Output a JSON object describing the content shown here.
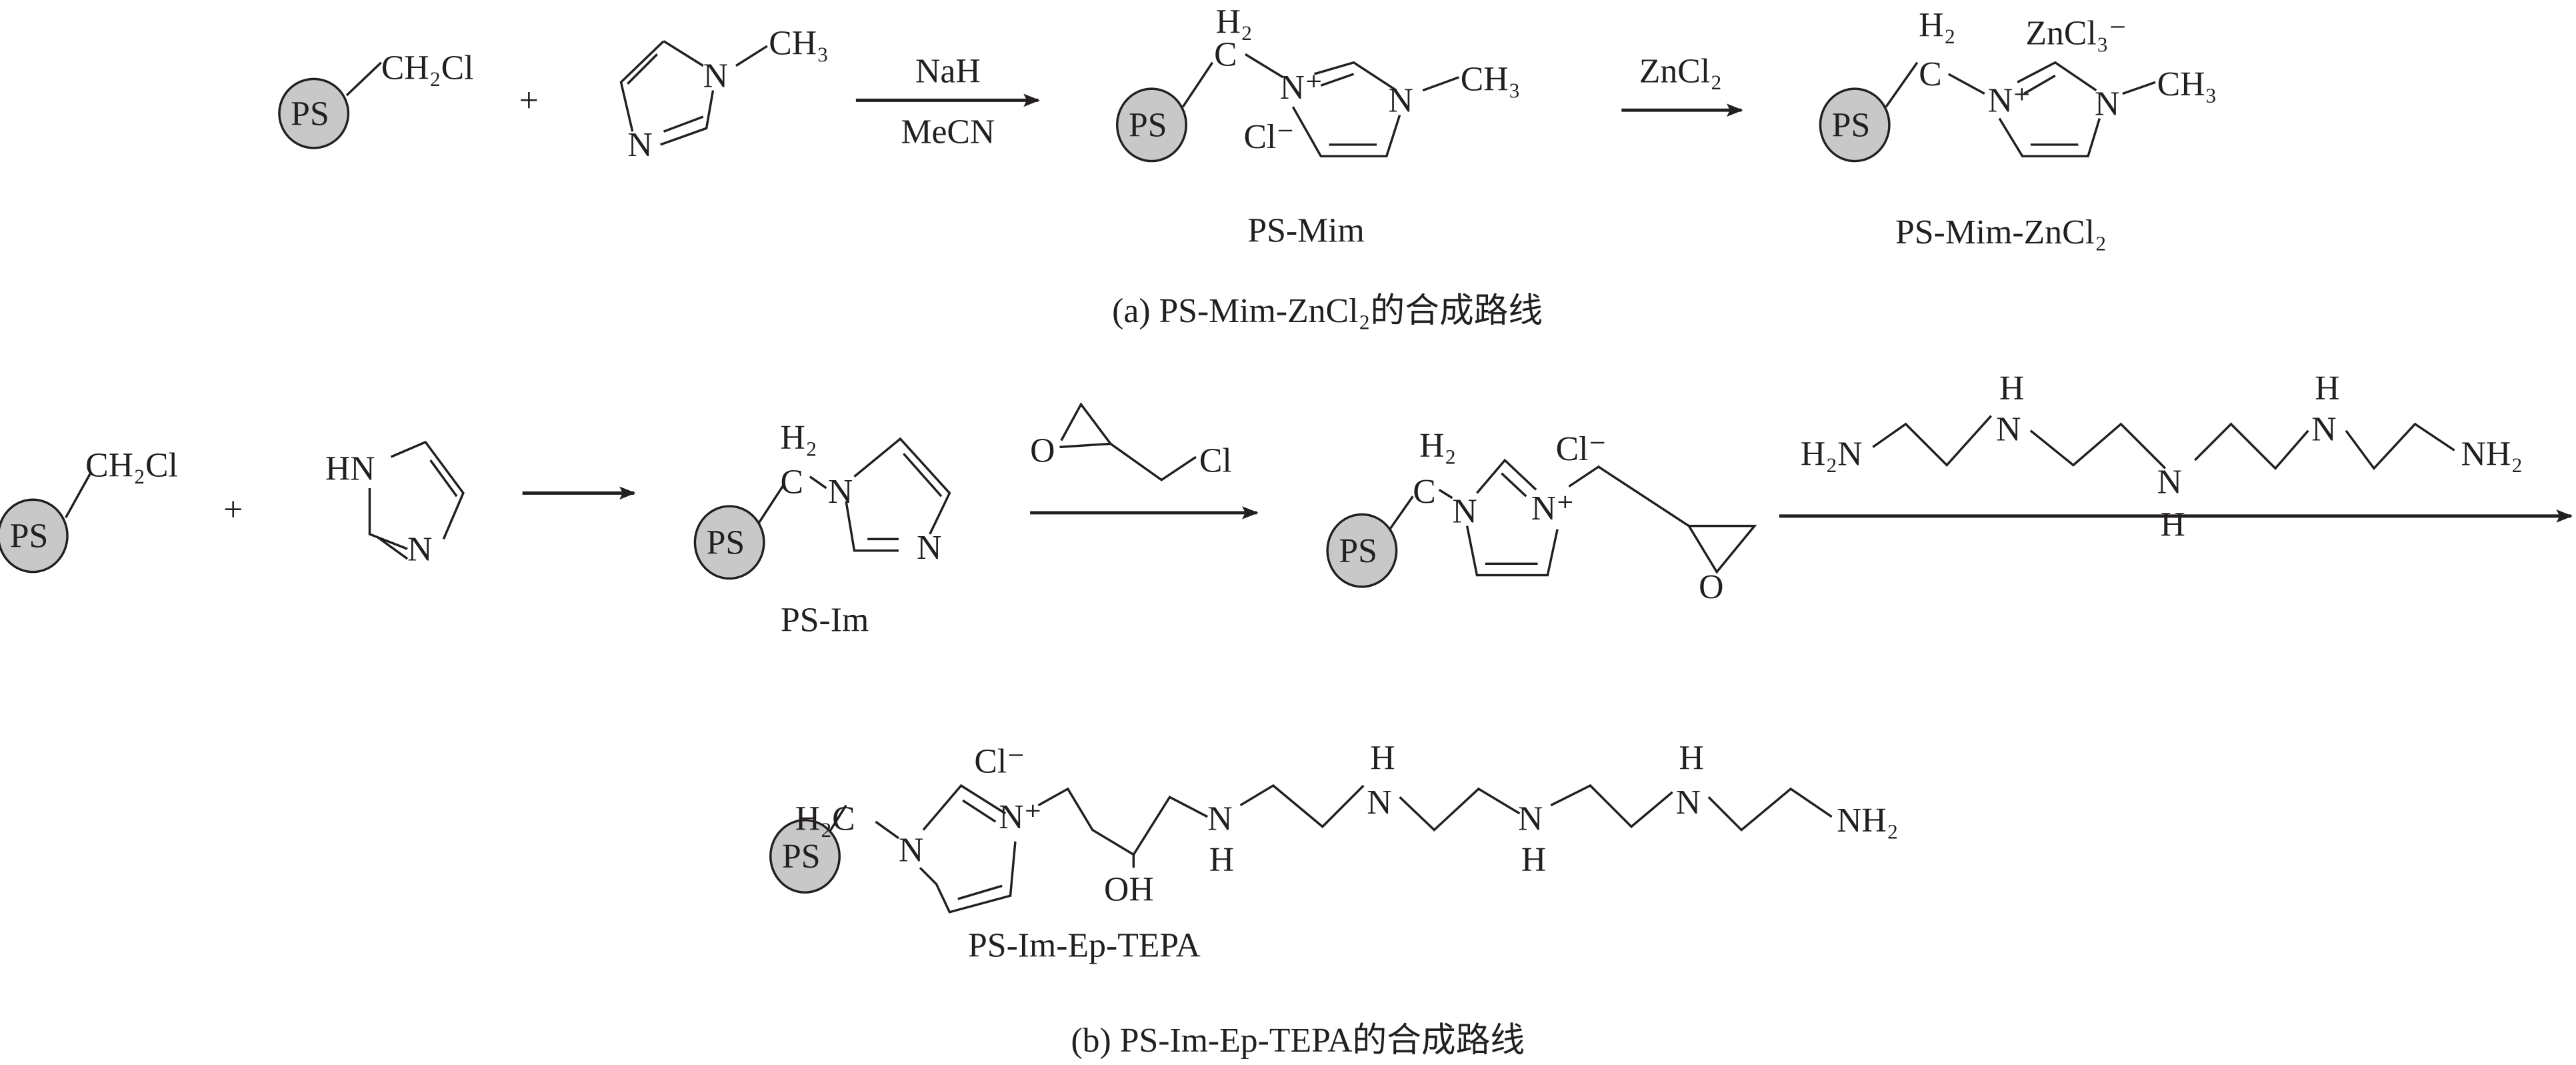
{
  "scheme_a": {
    "reactant1": {
      "bead": "PS",
      "group": "CH₂Cl"
    },
    "plus": "+",
    "reactant2": {
      "ring_n1": "N",
      "ring_n3": "N",
      "methyl": "CH₃"
    },
    "arrow1": {
      "above": "NaH",
      "below": "MeCN"
    },
    "product1": {
      "bead": "PS",
      "c": "C",
      "h2": "H₂",
      "n_plus": "N⁺",
      "n": "N",
      "methyl": "CH₃",
      "anion": "Cl⁻",
      "label": "PS-Mim"
    },
    "arrow2": {
      "above": "ZnCl₂"
    },
    "product2": {
      "bead": "PS",
      "c": "C",
      "h2": "H₂",
      "n_plus": "N⁺",
      "n": "N",
      "methyl": "CH₃",
      "anion": "ZnCl₃⁻",
      "label": "PS-Mim-ZnCl₂"
    },
    "caption": "(a) PS-Mim-ZnCl₂的合成路线"
  },
  "scheme_b": {
    "reactant1": {
      "bead": "PS",
      "group": "CH₂Cl"
    },
    "plus": "+",
    "reactant2": {
      "hn": "HN",
      "n": "N"
    },
    "intermediate1": {
      "bead": "PS",
      "c": "C",
      "h2": "H₂",
      "n1": "N",
      "n3": "N",
      "label": "PS-Im"
    },
    "arrow2_reagent": {
      "o": "O",
      "cl": "Cl"
    },
    "intermediate2": {
      "bead": "PS",
      "c": "C",
      "h2": "H₂",
      "n": "N",
      "n_plus": "N⁺",
      "anion": "Cl⁻",
      "o": "O"
    },
    "arrow3_reagent": {
      "h2n": "H₂N",
      "nh_top1": "N",
      "h_top1": "H",
      "nh_bottom": "N",
      "h_bottom": "H",
      "nh_top2": "N",
      "h_top2": "H",
      "nh2": "NH₂"
    },
    "product": {
      "bead": "PS",
      "h2c": "H₂C",
      "n": "N",
      "n_plus": "N⁺",
      "anion": "Cl⁻",
      "oh": "OH",
      "n_a": "N",
      "h_a": "H",
      "n_b": "N",
      "h_b": "H",
      "n_c": "N",
      "h_c": "H",
      "n_d": "N",
      "h_d": "H",
      "nh2": "NH₂",
      "label": "PS-Im-Ep-TEPA"
    },
    "caption": "(b) PS-Im-Ep-TEPA的合成路线"
  }
}
